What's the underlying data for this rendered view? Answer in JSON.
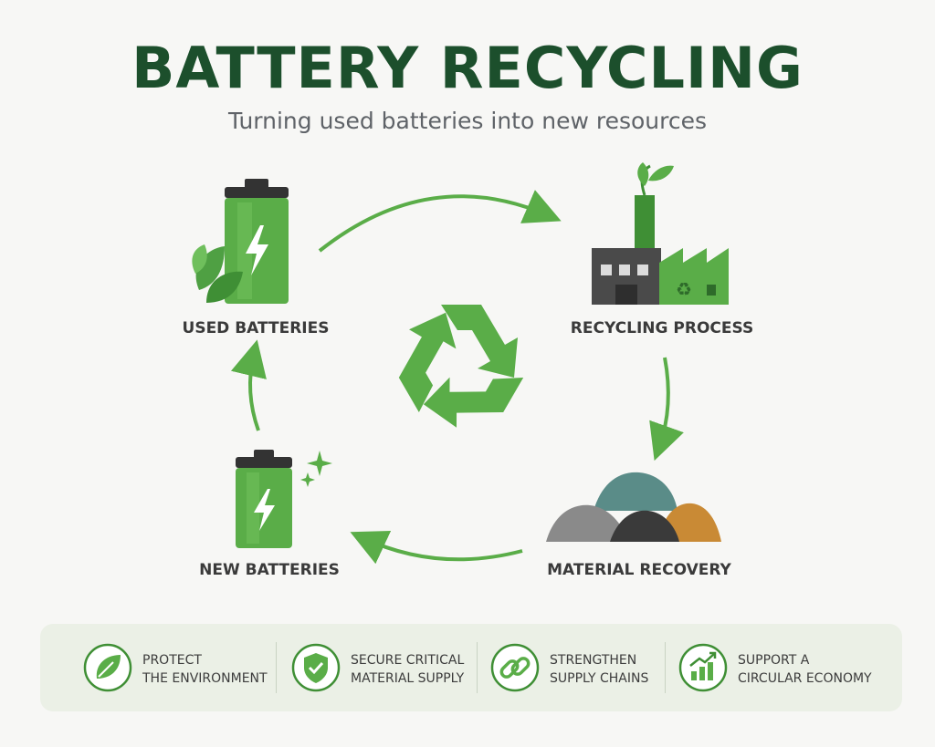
{
  "header": {
    "title": "BATTERY RECYCLING",
    "subtitle": "Turning used batteries into new resources"
  },
  "stages": {
    "used": {
      "label": "USED BATTERIES",
      "icon": "used-battery-icon"
    },
    "recycling": {
      "label": "RECYCLING PROCESS",
      "icon": "factory-icon"
    },
    "material": {
      "label": "MATERIAL RECOVERY",
      "icon": "material-piles-icon"
    },
    "new": {
      "label": "NEW BATTERIES",
      "icon": "new-battery-icon"
    }
  },
  "center_icon": "recycle-symbol-icon",
  "benefits": [
    {
      "line1": "PROTECT",
      "line2": "THE ENVIRONMENT",
      "icon": "leaf-icon"
    },
    {
      "line1": "SECURE CRITICAL",
      "line2": "MATERIAL SUPPLY",
      "icon": "shield-check-icon"
    },
    {
      "line1": "STRENGTHEN",
      "line2": "SUPPLY CHAINS",
      "icon": "chain-link-icon"
    },
    {
      "line1": "SUPPORT A",
      "line2": "CIRCULAR ECONOMY",
      "icon": "growth-chart-icon"
    }
  ],
  "colors": {
    "title": "#1c4f2c",
    "green": "#5aad48",
    "green_dark": "#3f8f35",
    "gray_dark": "#4a4a4a",
    "copper": "#c98a35",
    "teal": "#5a8c88"
  }
}
